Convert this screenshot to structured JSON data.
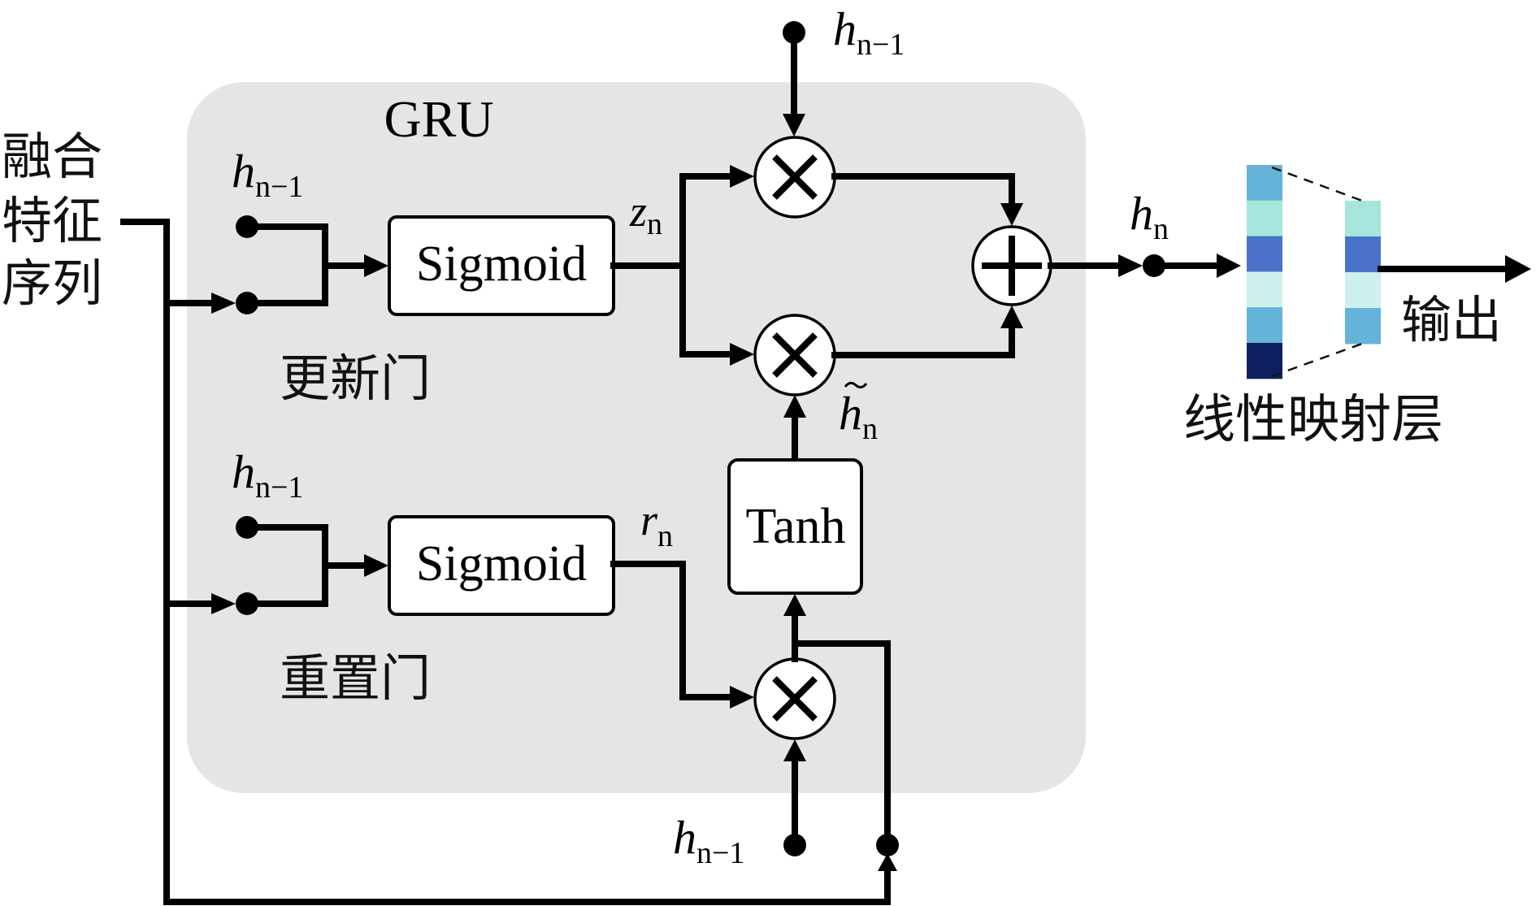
{
  "diagram": {
    "title": "GRU",
    "input_label": [
      "融合",
      "特征",
      "序列"
    ],
    "gates": {
      "update": {
        "name": "更新门",
        "activation": "Sigmoid",
        "output_symbol": "z",
        "output_subscript": "n"
      },
      "reset": {
        "name": "重置门",
        "activation": "Sigmoid",
        "output_symbol": "r",
        "output_subscript": "n"
      }
    },
    "candidate": {
      "activation": "Tanh",
      "symbol": "h̃",
      "symbol_base": "h",
      "subscript": "n"
    },
    "hidden_prev": {
      "symbol": "h",
      "subscript": "n−1"
    },
    "hidden_out": {
      "symbol": "h",
      "subscript": "n"
    },
    "operators": {
      "multiply": "×",
      "add": "+"
    },
    "linear_layer": {
      "label": "线性映射层",
      "input_cells": [
        "#66b3d9",
        "#a6e6dd",
        "#4a72c8",
        "#cdf0ed",
        "#66b3d9",
        "#0c2060"
      ],
      "output_cells": [
        "#a6e6dd",
        "#4a72c8",
        "#cdf0ed",
        "#66b3d9"
      ]
    },
    "output_label": "输出",
    "colors": {
      "gru_background": "#e6e4e5",
      "line": "#000000"
    }
  }
}
